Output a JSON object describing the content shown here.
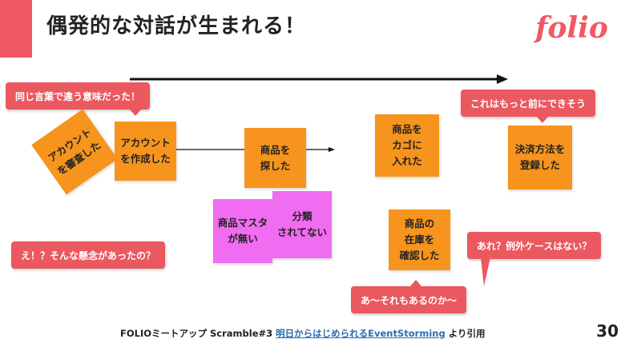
{
  "slide": {
    "title": "偶発的な対話が生まれる！",
    "logo": "folio",
    "page_number": "30",
    "accent_color": "#f05a63"
  },
  "stickies": {
    "account_review": "アカウント\nを審査した",
    "account_create": "アカウント\nを作成した",
    "search_product": "商品を\n探した",
    "add_to_cart": "商品を\nカゴに\n入れた",
    "payment_registered": "決済方法を\n登録した",
    "no_product_master": "商品マスタ\nが無い",
    "not_categorized": "分類\nされてない",
    "check_inventory": "商品の\n在庫を\n確認した"
  },
  "comments": {
    "same_word": "同じ言葉で違う意味だった！",
    "earlier": "これはもっと前にできそう",
    "worry": "え！？そんな懸念があったの？",
    "exception": "あれ？例外ケースはない？",
    "that_too": "あ〜それもあるのか〜"
  },
  "footer": {
    "prefix": "FOLIOミートアップ Scramble#3 ",
    "link_text": "明日からはじめられるEventStorming",
    "suffix": " より引用"
  }
}
